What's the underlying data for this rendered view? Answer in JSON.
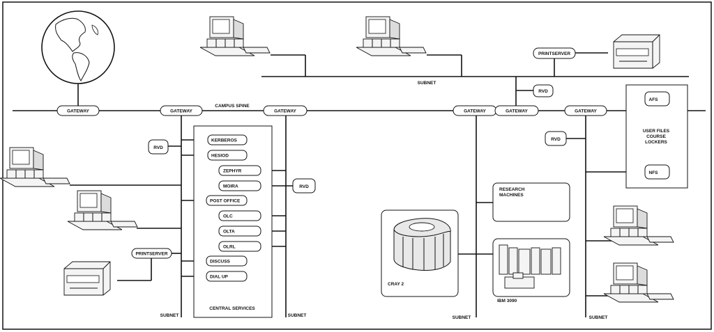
{
  "labels": {
    "campus_spine": "CAMPUS SPINE",
    "subnet": "SUBNET",
    "gateway": "GATEWAY",
    "rvd": "RVD",
    "printserver": "PRINTSERVER",
    "afs": "AFS",
    "nfs": "NFS",
    "user_files_1": "USER FILES",
    "user_files_2": "COURSE",
    "user_files_3": "LOCKERS",
    "central_services": "CENTRAL SERVICES",
    "research_1": "RESEARCH",
    "research_2": "MACHINES",
    "cray": "CRAY 2",
    "ibm": "IBM 3090"
  },
  "services": [
    "KERBEROS",
    "HESIOD",
    "ZEPHYR",
    "MOIRA",
    "POST OFFICE",
    "OLC",
    "OLTA",
    "OLRL",
    "DISCUSS",
    "DIAL UP"
  ]
}
